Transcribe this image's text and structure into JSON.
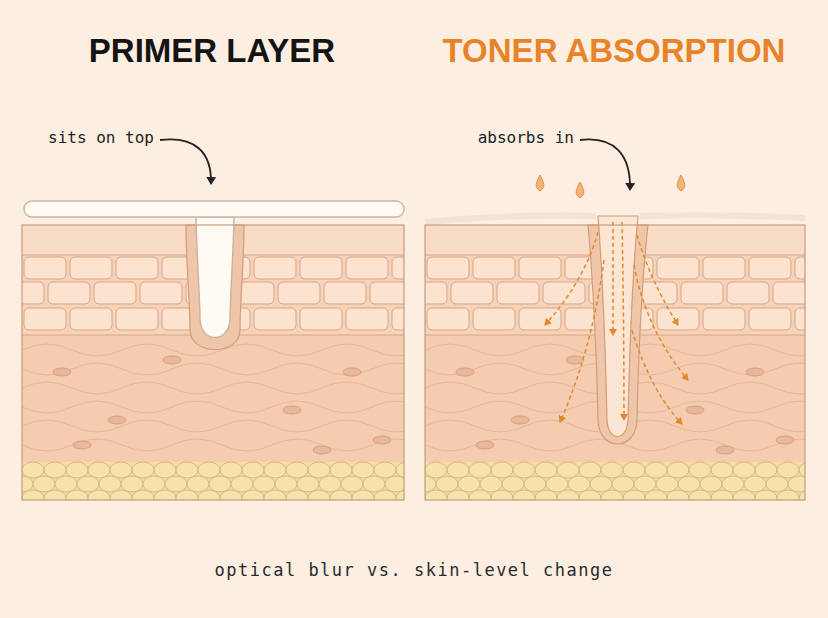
{
  "diagram": {
    "caption": "optical blur vs. skin-level change",
    "labels": [
      "PRIMER LAYER",
      "TONER ABSORPTION",
      "sits on top",
      "absorbs in"
    ]
  }
}
